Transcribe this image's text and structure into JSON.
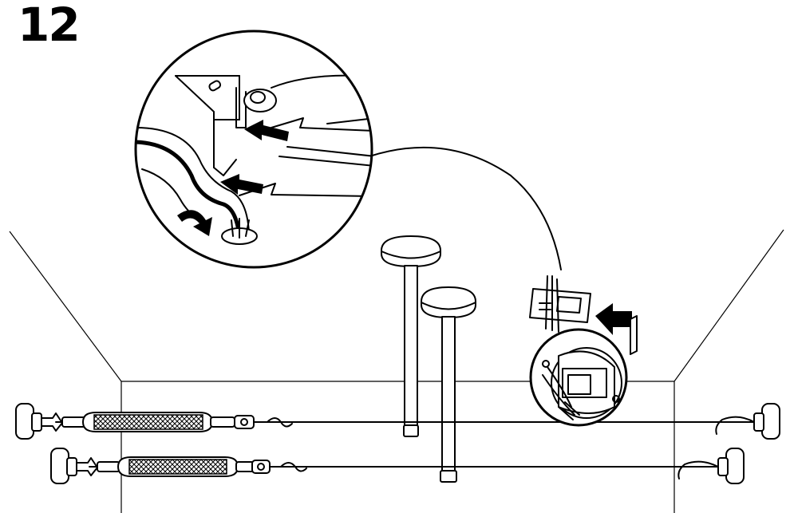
{
  "step": {
    "number": "12"
  },
  "colors": {
    "ink": "#000000",
    "paper": "#ffffff"
  },
  "icons": {
    "detail_callout": "magnifier-circle",
    "insert_arrow": "arrow-left",
    "rotate_arrow": "curved-arrow"
  }
}
